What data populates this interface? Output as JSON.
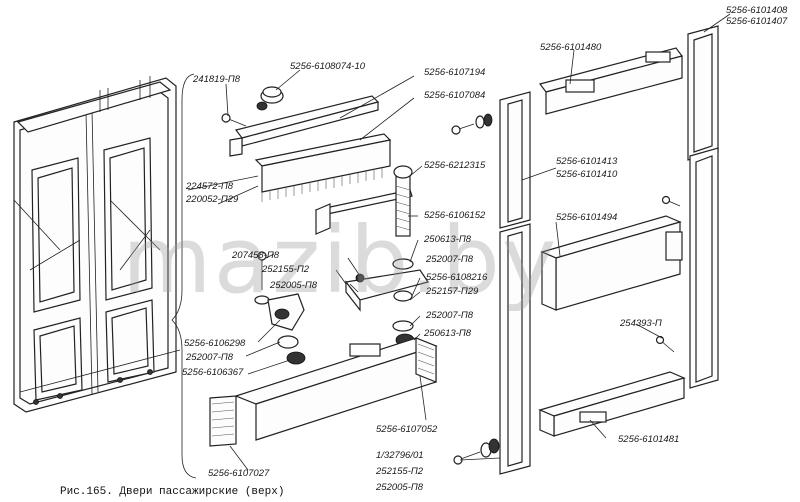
{
  "caption": "Рис.165. Двери пассажирские (верх)",
  "watermark": "mazib.by",
  "labels": {
    "l_241819": "241819-П8",
    "l_6108074": "5256-6108074-10",
    "l_6107194": "5256-6107194",
    "l_6107084": "5256-6107084",
    "l_224572": "224572-П8",
    "l_220052": "220052-П29",
    "l_6212315": "5256-6212315",
    "l_6106152": "5256-6106152",
    "l_250613a": "250613-П8",
    "l_207458": "207458-П8",
    "l_252007a": "252007-П8",
    "l_252155a": "252155-П2",
    "l_6108216": "5256-6108216",
    "l_252005a": "252005-П8",
    "l_252157": "252157-П29",
    "l_252007b": "252007-П8",
    "l_250613b": "250613-П8",
    "l_6106298": "5256-6106298",
    "l_252007c": "252007-П8",
    "l_6106367": "5256-6106367",
    "l_6107052": "5256-6107052",
    "l_6107027": "5256-6107027",
    "l_132796": "1/32796/01",
    "l_252155b": "252155-П2",
    "l_252005b": "252005-П8",
    "l_6101480": "5256-6101480",
    "l_6101408": "5256-6101408",
    "l_6101407": "5256-6101407",
    "l_6101413": "5256-6101413",
    "l_6101410": "5256-6101410",
    "l_6101494": "5256-6101494",
    "l_254393": "254393-П",
    "l_6101481": "5256-6101481"
  }
}
